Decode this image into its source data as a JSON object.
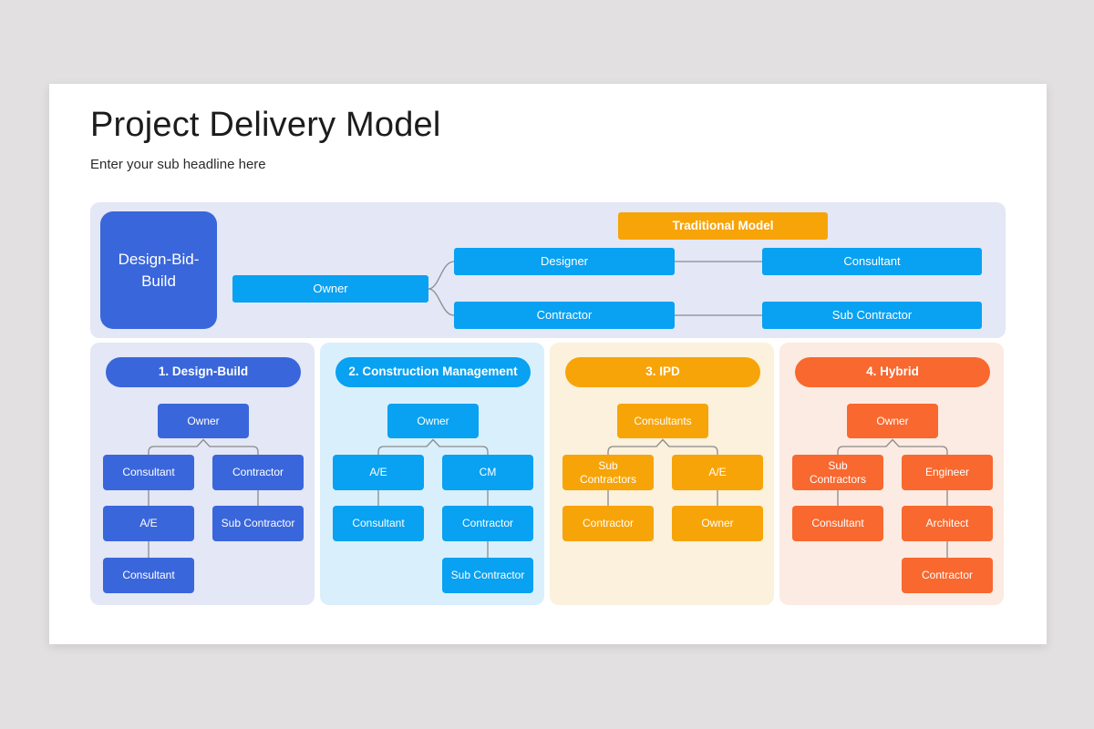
{
  "page": {
    "title": "Project Delivery Model",
    "subtitle": "Enter your sub headline here"
  },
  "colors": {
    "blue": "#3a66db",
    "cyan": "#09a1f1",
    "amber": "#f7a409",
    "orange": "#f8682f",
    "panel_blue_bg": "#e3e7f6",
    "panel_cyan_bg": "#d9f0fc",
    "panel_amber_bg": "#fbf1dc",
    "panel_orange_bg": "#fcebe2",
    "page_bg": "#e2e0e1",
    "card_bg": "#ffffff",
    "connector": "#8b8b8b"
  },
  "traditional": {
    "side_label": "Design-Bid-Build",
    "badge": "Traditional Model",
    "owner": "Owner",
    "designer": "Designer",
    "consultant": "Consultant",
    "contractor": "Contractor",
    "sub_contractor": "Sub Contractor"
  },
  "models": [
    {
      "title": "1. Design-Build",
      "root": "Owner",
      "left": [
        "Consultant",
        "A/E",
        "Consultant"
      ],
      "right": [
        "Contractor",
        "Sub Contractor"
      ]
    },
    {
      "title": "2. Construction Management",
      "root": "Owner",
      "left": [
        "A/E",
        "Consultant"
      ],
      "right": [
        "CM",
        "Contractor",
        "Sub Contractor"
      ]
    },
    {
      "title": "3. IPD",
      "root": "Consultants",
      "left": [
        "Sub Contractors",
        "Contractor"
      ],
      "right": [
        "A/E",
        "Owner"
      ]
    },
    {
      "title": "4. Hybrid",
      "root": "Owner",
      "left": [
        "Sub Contractors",
        "Consultant"
      ],
      "right": [
        "Engineer",
        "Architect",
        "Contractor"
      ]
    }
  ]
}
